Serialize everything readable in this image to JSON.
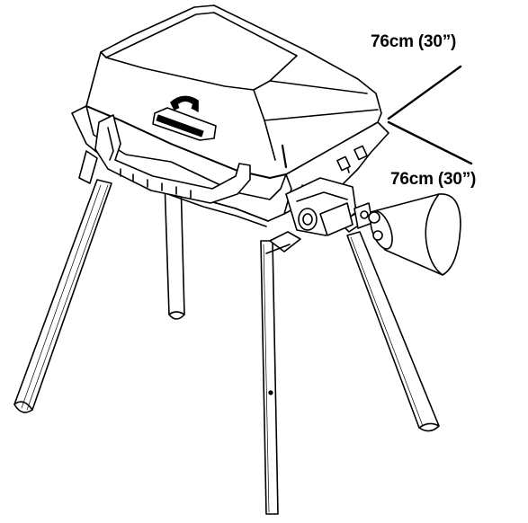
{
  "diagram": {
    "subject": "portable grill on four-leg stand",
    "line_color": "#000000",
    "fill_color": "#ffffff"
  },
  "dimensions": [
    {
      "label": "76cm (30”)"
    },
    {
      "label": "76cm (30”)"
    }
  ],
  "parts": {
    "lid": {
      "icon": "grill-lid"
    },
    "logo_badge": {
      "icon": "lid-logo-badge"
    },
    "front_handle": {
      "icon": "front-handle"
    },
    "firebox": {
      "icon": "firebox"
    },
    "valve_regulator": {
      "icon": "valve-regulator"
    },
    "propane_cylinder": {
      "icon": "propane-cylinder"
    },
    "legs": {
      "count": 4,
      "icon": "stand-leg"
    },
    "leg_braces": {
      "icon": "leg-brace"
    }
  }
}
